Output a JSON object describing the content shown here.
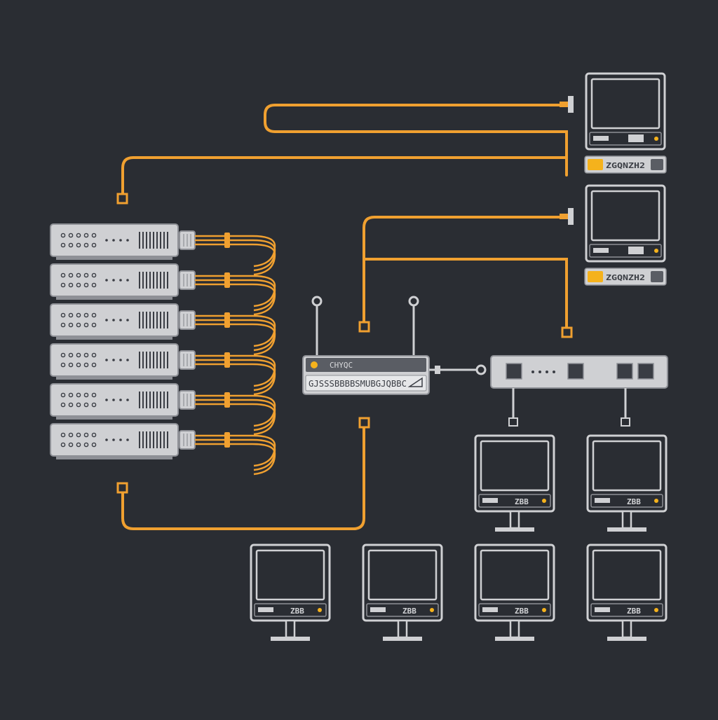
{
  "colors": {
    "background": "#2a2d33",
    "device_fill": "#cfd0d3",
    "device_stroke": "#8e9096",
    "device_dark": "#3a3d44",
    "cable": "#f0a030",
    "led": "#f5b21c"
  },
  "rack": {
    "units": 6
  },
  "router": {
    "label": "CHYQC",
    "serial": "GJSSSBBBBSMUBGJQBBC",
    "antennas": 2
  },
  "switch": {
    "ports": 4
  },
  "top_right_terminals": [
    {
      "label": "ZGQNZH2"
    },
    {
      "label": "ZGQNZH2"
    }
  ],
  "middle_monitors": [
    {
      "tag": "ZBB"
    },
    {
      "tag": "ZBB"
    }
  ],
  "bottom_monitors": [
    {
      "tag": "ZBB"
    },
    {
      "tag": "ZBB"
    },
    {
      "tag": "ZBB"
    },
    {
      "tag": "ZBB"
    }
  ]
}
